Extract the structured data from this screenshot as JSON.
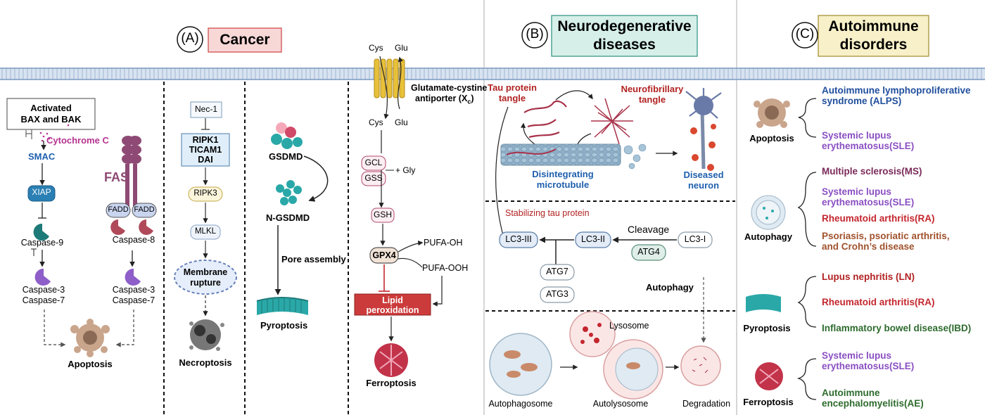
{
  "panels": {
    "a": {
      "letter": "(A)",
      "title": "Cancer"
    },
    "b": {
      "letter": "(B)",
      "title_line1": "Neurodegenerative",
      "title_line2": "diseases"
    },
    "c": {
      "letter": "(C)",
      "title_line1": "Autoimmune",
      "title_line2": "disorders"
    }
  },
  "apoptosis_pathway": {
    "bax_line1": "Activated",
    "bax_line2": "BAX and BAK",
    "cytochrome": "Cytochrome C",
    "smac": "SMAC",
    "xiap": "XIAP",
    "fas": "FAS",
    "fadd1": "FADD",
    "fadd2": "FADD",
    "caspase9": "Caspase-9",
    "caspase8": "Caspase-8",
    "caspase37_left_1": "Caspase-3",
    "caspase37_left_2": "Caspase-7",
    "caspase37_right_1": "Caspase-3",
    "caspase37_right_2": "Caspase-7",
    "apoptosis": "Apoptosis"
  },
  "necroptosis_pathway": {
    "nec1": "Nec-1",
    "ripk1": "RIPK1",
    "ticam1": "TICAM1",
    "dai": "DAI",
    "ripk3": "RIPK3",
    "mlkl": "MLKL",
    "membrane_1": "Membrane",
    "membrane_2": "rupture",
    "necroptosis": "Necroptosis"
  },
  "pyroptosis_pathway": {
    "gsdmd": "GSDMD",
    "n_gsdmd": "N-GSDMD",
    "pore": "Pore assembly",
    "pyroptosis": "Pyroptosis"
  },
  "ferroptosis_pathway": {
    "cys_top": "Cys",
    "glu_top": "Glu",
    "antiporter_1": "Glutamate-cystine",
    "antiporter_2": "antiporter (X",
    "antiporter_sub": "c",
    "antiporter_end": ")",
    "cys_bottom": "Cys",
    "glu_bottom": "Glu",
    "gcl": "GCL",
    "gss": "GSS",
    "gly": "+ Gly",
    "gsh": "GSH",
    "gpx4": "GPX4",
    "pufa_oh": "PUFA-OH",
    "pufa_ooh": "PUFA-OOH",
    "lipid_1": "Lipid",
    "lipid_2": "peroxidation",
    "ferroptosis": "Ferroptosis"
  },
  "neuro": {
    "tau_1": "Tau protein",
    "tau_2": "tangle",
    "nft_1": "Neurofibrillary",
    "nft_2": "tangle",
    "microtubule_1": "Disintegrating",
    "microtubule_2": "microtubule",
    "neuron_1": "Diseased",
    "neuron_2": "neuron",
    "stabilizing": "Stabilizing tau protein",
    "lc3iii": "LC3-III",
    "lc3ii": "LC3-II",
    "lc3i": "LC3-I",
    "cleavage": "Cleavage",
    "atg4": "ATG4",
    "atg7": "ATG7",
    "atg3": "ATG3",
    "autophagy": "Autophagy",
    "lysosome": "Lysosome",
    "autophagosome": "Autophagosome",
    "autolysosome": "Autolysosome",
    "degradation": "Degradation"
  },
  "autoimmune": {
    "groups": [
      {
        "label": "Apoptosis",
        "items": [
          {
            "l1": "Autoimmune lymphoproliferative",
            "l2": "syndrome (ALPS)",
            "color": "#1f4e9c"
          },
          {
            "l1": "Systemic lupus",
            "l2": "erythematosus(SLE)",
            "color": "#8a4fc2"
          }
        ]
      },
      {
        "label": "Autophagy",
        "items": [
          {
            "l1": "Multiple sclerosis(MS)",
            "l2": "",
            "color": "#7a2a5a"
          },
          {
            "l1": "Systemic lupus",
            "l2": "erythematosus(SLE)",
            "color": "#8a4fc2"
          },
          {
            "l1": "Rheumatoid arthritis(RA)",
            "l2": "",
            "color": "#c4262e"
          },
          {
            "l1": "Psoriasis, psoriatic arthritis,",
            "l2": "and Crohn’s disease",
            "color": "#a0522d"
          }
        ]
      },
      {
        "label": "Pyroptosis",
        "items": [
          {
            "l1": "Lupus nephritis (LN)",
            "l2": "",
            "color": "#b22222"
          },
          {
            "l1": "Rheumatoid arthritis(RA)",
            "l2": "",
            "color": "#c4262e"
          },
          {
            "l1": "Inflammatory bowel disease(IBD)",
            "l2": "",
            "color": "#2e6b2e"
          }
        ]
      },
      {
        "label": "Ferroptosis",
        "items": [
          {
            "l1": "Systemic lupus",
            "l2": "erythematosus(SLE)",
            "color": "#8a4fc2"
          },
          {
            "l1": "Autoimmune",
            "l2": "encephalomyelitis(AE)",
            "color": "#2e6b2e"
          }
        ]
      }
    ]
  },
  "colors": {
    "cancer_box": "#f8d7d7",
    "neuro_box": "#d6efe9",
    "autoimmune_box": "#f7f0c8",
    "membrane": "#9fb6d4",
    "caspase": "#1d7a78",
    "caspase_purple": "#8e5ec9",
    "fas": "#8e4a74",
    "lipid": "#cc3b3b",
    "tau_red": "#b22222",
    "blue_label": "#1f5fae"
  }
}
